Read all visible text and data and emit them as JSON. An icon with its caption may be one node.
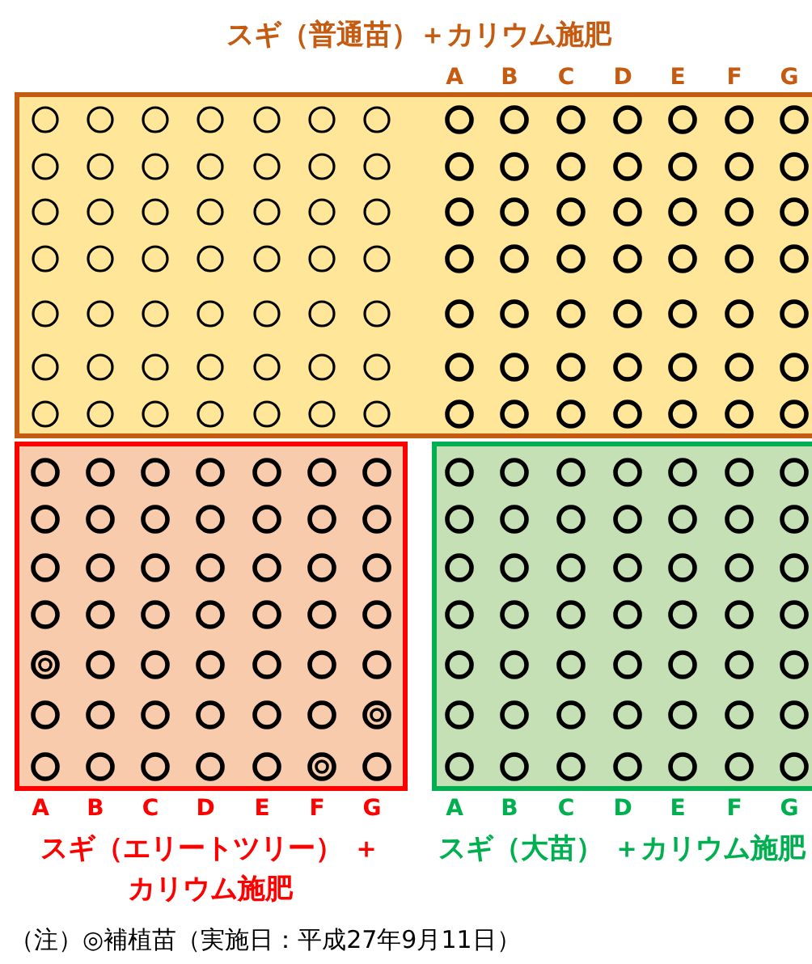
{
  "diagram": {
    "nodes": [
      {
        "text": [
          "スギ（普通苗）＋カリウム施肥"
        ]
      },
      {
        "text": [
          "スギ（エリートツリー） ＋カリウム施肥"
        ]
      },
      {
        "text": [
          "スギ（大苗） ＋カリウム施肥"
        ]
      }
    ],
    "edges": [],
    "labels": [
      "A",
      "B",
      "C",
      "D",
      "E",
      "F",
      "G",
      "A",
      "B",
      "C",
      "D",
      "E",
      "F",
      "G",
      "A",
      "B",
      "C",
      "D",
      "E",
      "F",
      "G",
      "（注）◎補植苗（実施日：平成27年9月11日）"
    ]
  }
}
